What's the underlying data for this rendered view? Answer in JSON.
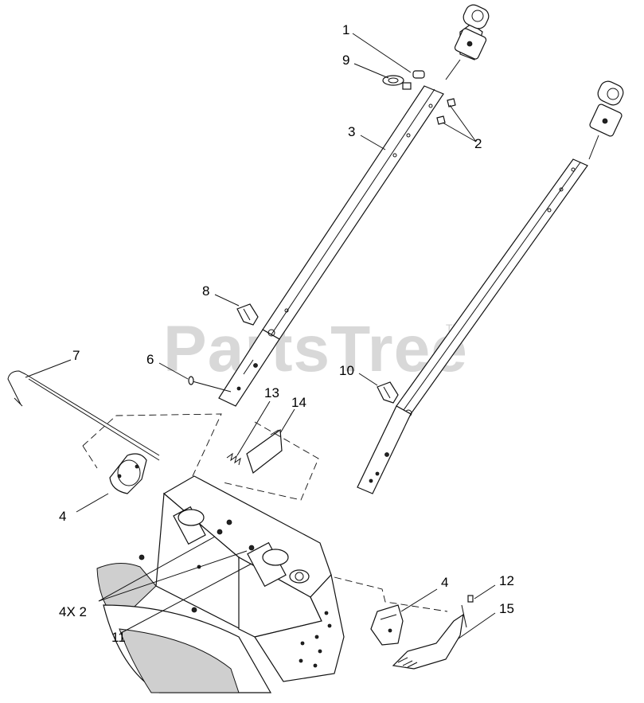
{
  "watermark": {
    "text": "PartsTree",
    "tm": "TM"
  },
  "callouts": {
    "c1": "1",
    "c2": "2",
    "c3": "3",
    "c4a": "4",
    "c4b": "4",
    "c4x2": "4X 2",
    "c6": "6",
    "c7": "7",
    "c8": "8",
    "c9": "9",
    "c10": "10",
    "c11": "11",
    "c12": "12",
    "c13": "13",
    "c14": "14",
    "c15": "15"
  }
}
